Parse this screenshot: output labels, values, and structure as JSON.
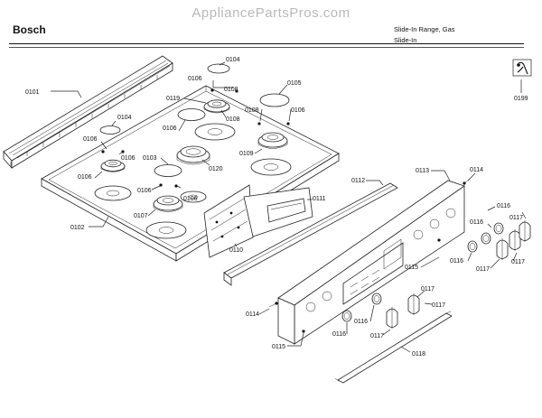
{
  "header": {
    "watermark": "AppliancePartsPros.com",
    "brand": "Bosch",
    "model_line1": "Slide-In Range, Gas",
    "model_line2": "Slide-In"
  },
  "parts": {
    "p0101": "0101",
    "p0102": "0102",
    "p0103": "0103",
    "p0104": "0104",
    "p0105": "0105",
    "p0106": "0106",
    "p0107": "0107",
    "p0108": "0108",
    "p0109": "0109",
    "p0110": "0110",
    "p0111": "0111",
    "p0112": "0112",
    "p0113": "0113",
    "p0114": "0114",
    "p0115": "0115",
    "p0116": "0116",
    "p0117": "0117",
    "p0118": "0118",
    "p0119": "0119",
    "p0120": "0120",
    "p0199": "0199"
  }
}
